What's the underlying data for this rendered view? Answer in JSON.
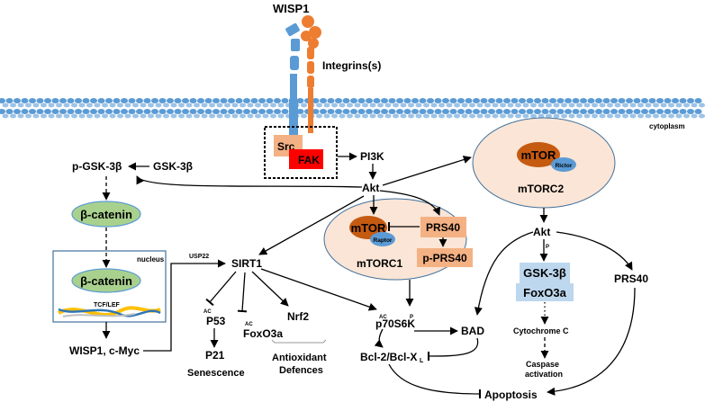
{
  "labels": {
    "wisp1": "WISP1",
    "integrins": "Integrins(s)",
    "cytoplasm": "cytoplasm",
    "src": "Src",
    "fak": "FAK",
    "pi3k": "PI3K",
    "akt": "Akt",
    "p_gsk3b": "p-GSK-3β",
    "gsk3b_top": "GSK-3β",
    "bcatenin_cyto": "β-catenin",
    "nucleus": "nucleus",
    "bcatenin_nuc": "β-catenin",
    "tcf_lef": "TCF/LEF",
    "wisp1_cmyc": "WISP1, c-Myc",
    "usp22": "USP22",
    "sirt1": "SIRT1",
    "ac": "AC",
    "p53": "P53",
    "p21": "P21",
    "senescence": "Senescence",
    "foxo3a_left": "FoxO3a",
    "nrf2": "Nrf2",
    "antioxidant1": "Antioxidant",
    "antioxidant2": "Defences",
    "mtor1": "mTOR",
    "raptor": "Raptor",
    "prs40_box": "PRS40",
    "p_prs40": "p-PRS40",
    "mtorc1": "mTORC1",
    "mtor2": "mTOR",
    "rictor": "Rictor",
    "mtorc2": "mTORC2",
    "akt2": "Akt",
    "p": "P",
    "gsk3b_right": "GSK-3β",
    "foxo3a_right": "FoxO3a",
    "prs40_right": "PRS40",
    "p70s6k": "p70S6K",
    "bad": "BAD",
    "bcl2": "Bcl-2/Bcl-X",
    "bcl2_sub": "L",
    "cytochrome_c": "Cytochrome C",
    "caspase1": "Caspase",
    "caspase2": "activation",
    "apoptosis": "Apoptosis"
  },
  "colors": {
    "membrane": "#5b9bd5",
    "integrin_orange": "#ed7d31",
    "integrin_blue": "#5b9bd5",
    "src_fill": "#f4b183",
    "fak_fill": "#ff0000",
    "catenin_fill": "#a9d18e",
    "mtorc_fill": "#fbe5d6",
    "mtor_fill": "#c55a11",
    "raptor_fill": "#5b9bd5",
    "prs40_fill": "#f4b183",
    "gsk_box_fill": "#bdd7ee",
    "foxo_box_fill": "#bdd7ee"
  }
}
